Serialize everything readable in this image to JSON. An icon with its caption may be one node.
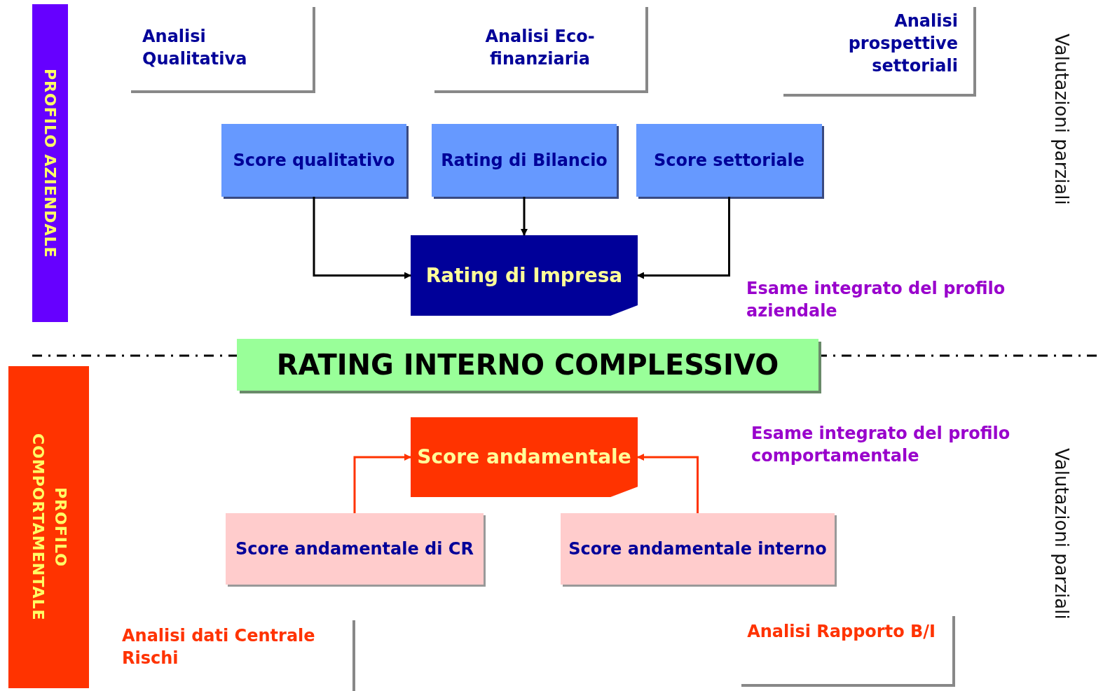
{
  "diagram": {
    "nodes": [
      {
        "text": [
          "PROFILO AZIENDALE"
        ]
      },
      {
        "text": [
          "Analisi Qualitativa"
        ]
      },
      {
        "text": [
          "Analisi Eco-finanziaria"
        ]
      },
      {
        "text": [
          "Analisi prospettive settoriali"
        ]
      },
      {
        "text": [
          "Score qualitativo"
        ]
      },
      {
        "text": [
          "Rating di Bilancio"
        ]
      },
      {
        "text": [
          "Score settoriale"
        ]
      },
      {
        "text": [
          "Rating di Impresa"
        ]
      },
      {
        "text": [
          "RATING INTERNO COMPLESSIVO"
        ]
      },
      {
        "text": [
          "PROFILO COMPORTAMENTALE"
        ]
      },
      {
        "text": [
          "Score andamentale"
        ]
      },
      {
        "text": [
          "Score andamentale di CR"
        ]
      },
      {
        "text": [
          "Score andamentale interno"
        ]
      },
      {
        "text": [
          "Analisi dati Centrale Rischi"
        ]
      },
      {
        "text": [
          "Analisi Rapporto B/I"
        ]
      }
    ],
    "edges": [
      {
        "from": 4,
        "to": 7,
        "arrow": "to"
      },
      {
        "from": 5,
        "to": 7,
        "arrow": "to"
      },
      {
        "from": 6,
        "to": 7,
        "arrow": "to"
      },
      {
        "from": 11,
        "to": 10,
        "arrow": "to",
        "color": "#ff3300"
      },
      {
        "from": 12,
        "to": 10,
        "arrow": "to",
        "color": "#ff3300"
      }
    ],
    "labels": [
      "Valutazioni parziali",
      "Esame integrato del profilo aziendale",
      "Esame integrato del profilo comportamentale",
      "Valutazioni parziali"
    ]
  }
}
